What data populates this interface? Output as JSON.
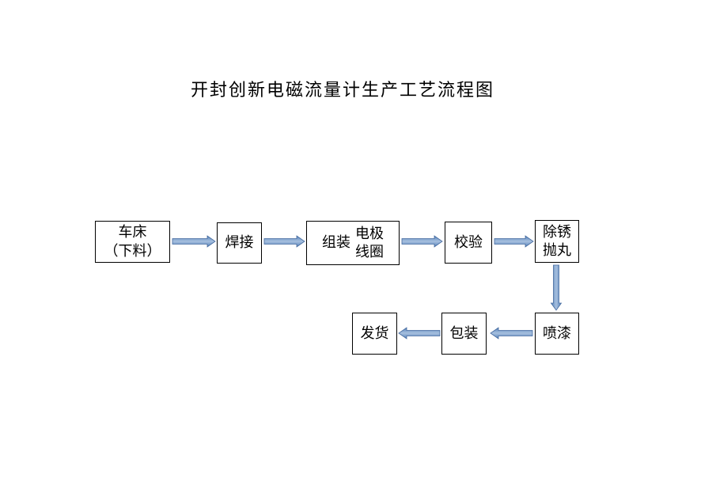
{
  "title": "开封创新电磁流量计生产工艺流程图",
  "flowchart": {
    "nodes": [
      {
        "id": "lathe",
        "name": "车床（下料）",
        "line1": "车床",
        "line2": "（下料）"
      },
      {
        "id": "welding",
        "label": "焊接"
      },
      {
        "id": "assembly",
        "name": "组装电极线圈",
        "main_label": "组装",
        "detail_line1": "电极",
        "detail_line2": "线圈"
      },
      {
        "id": "calibrate",
        "label": "校验"
      },
      {
        "id": "derust",
        "name": "除锈抛丸",
        "line1": "除锈",
        "line2": "抛丸"
      },
      {
        "id": "paint",
        "label": "喷漆"
      },
      {
        "id": "packing",
        "label": "包装"
      },
      {
        "id": "shipping",
        "label": "发货"
      }
    ],
    "edges": [
      {
        "from": "车床（下料）",
        "to": "焊接",
        "direction": "right"
      },
      {
        "from": "焊接",
        "to": "组装电极线圈",
        "direction": "right"
      },
      {
        "from": "组装电极线圈",
        "to": "校验",
        "direction": "right"
      },
      {
        "from": "校验",
        "to": "除锈抛丸",
        "direction": "right"
      },
      {
        "from": "除锈抛丸",
        "to": "喷漆",
        "direction": "down"
      },
      {
        "from": "喷漆",
        "to": "包装",
        "direction": "left"
      },
      {
        "from": "包装",
        "to": "发货",
        "direction": "left"
      }
    ],
    "colors": {
      "arrow_edge": "#5380B8",
      "arrow_center": "#A7C0DF",
      "arrow_stroke": "#44699E",
      "box_border": "#000000",
      "text": "#000000",
      "background": "#FFFFFF"
    }
  }
}
